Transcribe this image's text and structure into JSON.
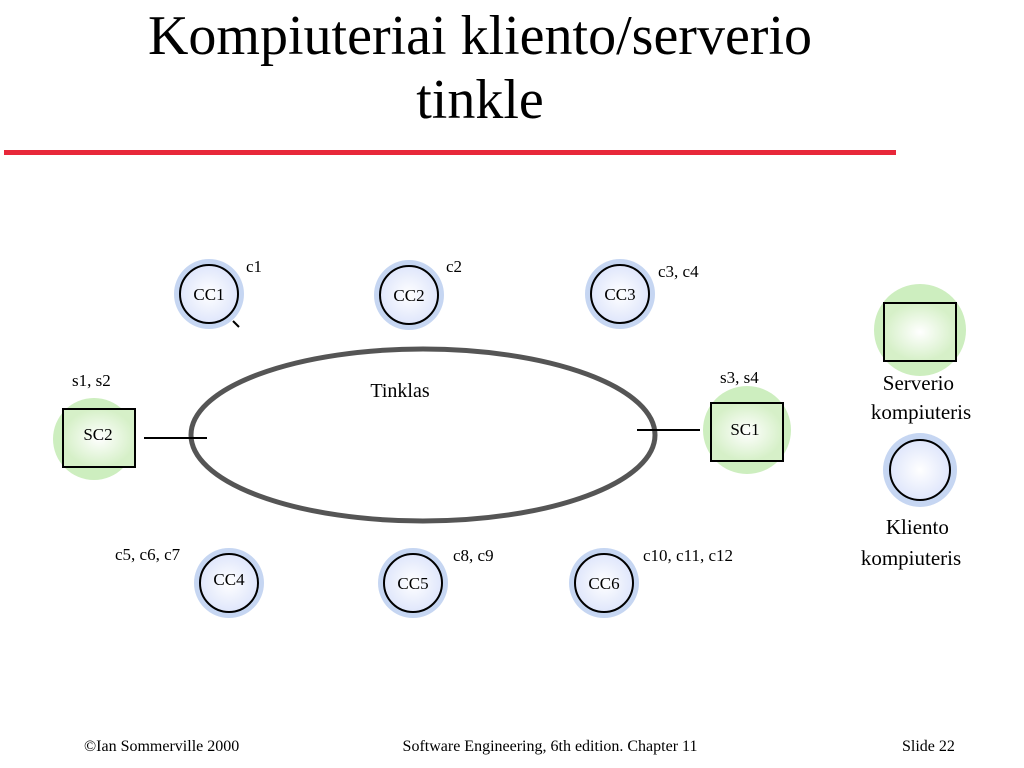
{
  "slide": {
    "title": "Kompiuteriai kliento/serverio\ntinkle",
    "footer": {
      "left": "©Ian Sommerville 2000",
      "center": "Software Engineering, 6th edition. Chapter 11",
      "right": "Slide 22"
    }
  },
  "colors": {
    "accent_rule": "#e8283a",
    "server_halo": "#cdeebf",
    "client_halo": "#c6d6f2",
    "node_fill_client": "#eef2ff",
    "node_fill_server": "#eaf8e2",
    "network_stroke": "#555555"
  },
  "diagram": {
    "network_label": "Tinklas",
    "clients": [
      {
        "id": "CC1",
        "label": "CC1",
        "processes": "c1"
      },
      {
        "id": "CC2",
        "label": "CC2",
        "processes": "c2"
      },
      {
        "id": "CC3",
        "label": "CC3",
        "processes": "c3, c4"
      },
      {
        "id": "CC4",
        "label": "CC4",
        "processes": "c5, c6, c7"
      },
      {
        "id": "CC5",
        "label": "CC5",
        "processes": "c8, c9"
      },
      {
        "id": "CC6",
        "label": "CC6",
        "processes": "c10, c11, c12"
      }
    ],
    "servers": [
      {
        "id": "SC2",
        "label": "SC2",
        "processes": "s1, s2"
      },
      {
        "id": "SC1",
        "label": "SC1",
        "processes": "s3, s4"
      }
    ],
    "legend": {
      "server": "Serverio\nkompiuteris",
      "client": "Kliento\nkompiuteris"
    }
  }
}
